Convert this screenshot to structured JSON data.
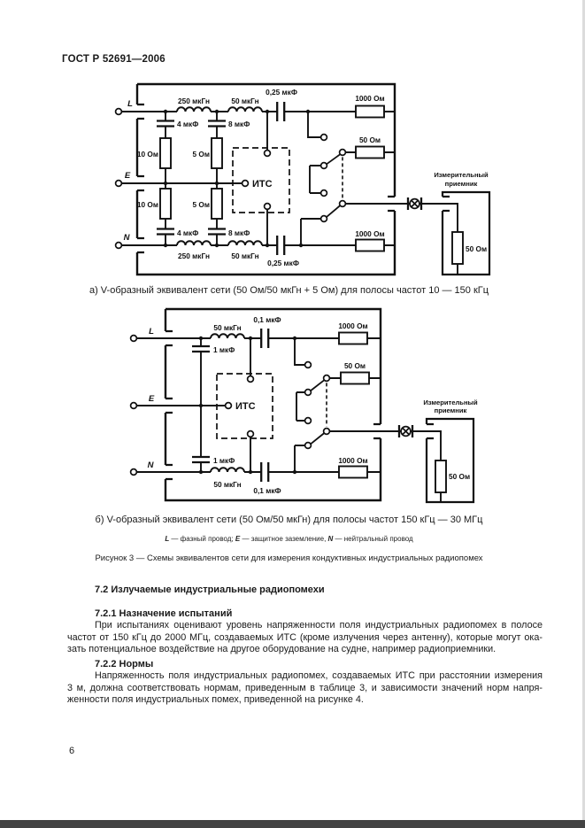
{
  "page": {
    "header": "ГОСТ Р 52691—2006",
    "page_number": "6"
  },
  "diagram_a": {
    "caption": "а) V-образный эквивалент сети (50 Ом/50 мкГн + 5 Ом) для полосы частот 10 — 150 кГц",
    "terminal_l": "L",
    "terminal_e": "E",
    "terminal_n": "N",
    "top": {
      "ind1": "250 мкГн",
      "ind2": "50 мкГн",
      "cap_series": "0,25 мкФ",
      "res_line": "1000 Ом",
      "cap_branch1": "4 мкФ",
      "cap_branch2": "8 мкФ",
      "res_branch1": "10 Ом",
      "res_branch2": "5 Ом"
    },
    "bottom": {
      "ind1": "250 мкГн",
      "ind2": "50 мкГн",
      "cap_series": "0,25 мкФ",
      "res_line": "1000 Ом",
      "cap_branch1": "4 мкФ",
      "cap_branch2": "8 мкФ",
      "res_branch1": "10 Ом",
      "res_branch2": "5 Ом"
    },
    "eut_label": "ИТС",
    "switch_res": "50 Ом",
    "receiver": {
      "title_line1": "Измерительный",
      "title_line2": "приемник",
      "res": "50 Ом"
    }
  },
  "diagram_b": {
    "caption": "б) V-образный эквивалент сети (50 Ом/50 мкГн) для полосы частот 150 кГц — 30 МГц",
    "terminal_l": "L",
    "terminal_e": "E",
    "terminal_n": "N",
    "top": {
      "ind": "50 мкГн",
      "cap_series": "0,1 мкФ",
      "res_line": "1000 Ом",
      "cap_branch": "1 мкФ"
    },
    "bottom": {
      "ind": "50 мкГн",
      "cap_series": "0,1 мкФ",
      "res_line": "1000 Ом",
      "cap_branch": "1 мкФ"
    },
    "eut_label": "ИТС",
    "switch_res": "50 Ом",
    "receiver": {
      "title_line1": "Измерительный",
      "title_line2": "приемник",
      "res": "50 Ом"
    }
  },
  "legend": {
    "l_sym": "L",
    "l_text": " — фазный провод; ",
    "e_sym": "E",
    "e_text": " — защитное заземление, ",
    "n_sym": "N",
    "n_text": " — нейтральный провод"
  },
  "figure_caption": "Рисунок 3 — Схемы эквивалентов сети для измерения кондуктивных индустриальных радиопомех",
  "sections": {
    "s72_title": "7.2 Излучаемые индустриальные радиопомехи",
    "s721_title": "7.2.1 Назначение испытаний",
    "s721_lines": [
      "При испытаниях оценивают уровень напряженности поля индустриальных радиопомех в полосе",
      "частот от 150 кГц до 2000 МГц, создаваемых ИТС (кроме излучения через антенну), которые могут ока-",
      "зать потенциальное воздействие на другое оборудование на судне, например радиоприемники."
    ],
    "s722_title": "7.2.2 Нормы",
    "s722_lines": [
      "Напряженность поля индустриальных радиопомех, создаваемых ИТС при расстоянии измерения",
      "3 м, должна соответствовать нормам, приведенным в таблице 3, и зависимости значений норм напря-",
      "женности поля индустриальных помех, приведенной на рисунке 4."
    ]
  }
}
